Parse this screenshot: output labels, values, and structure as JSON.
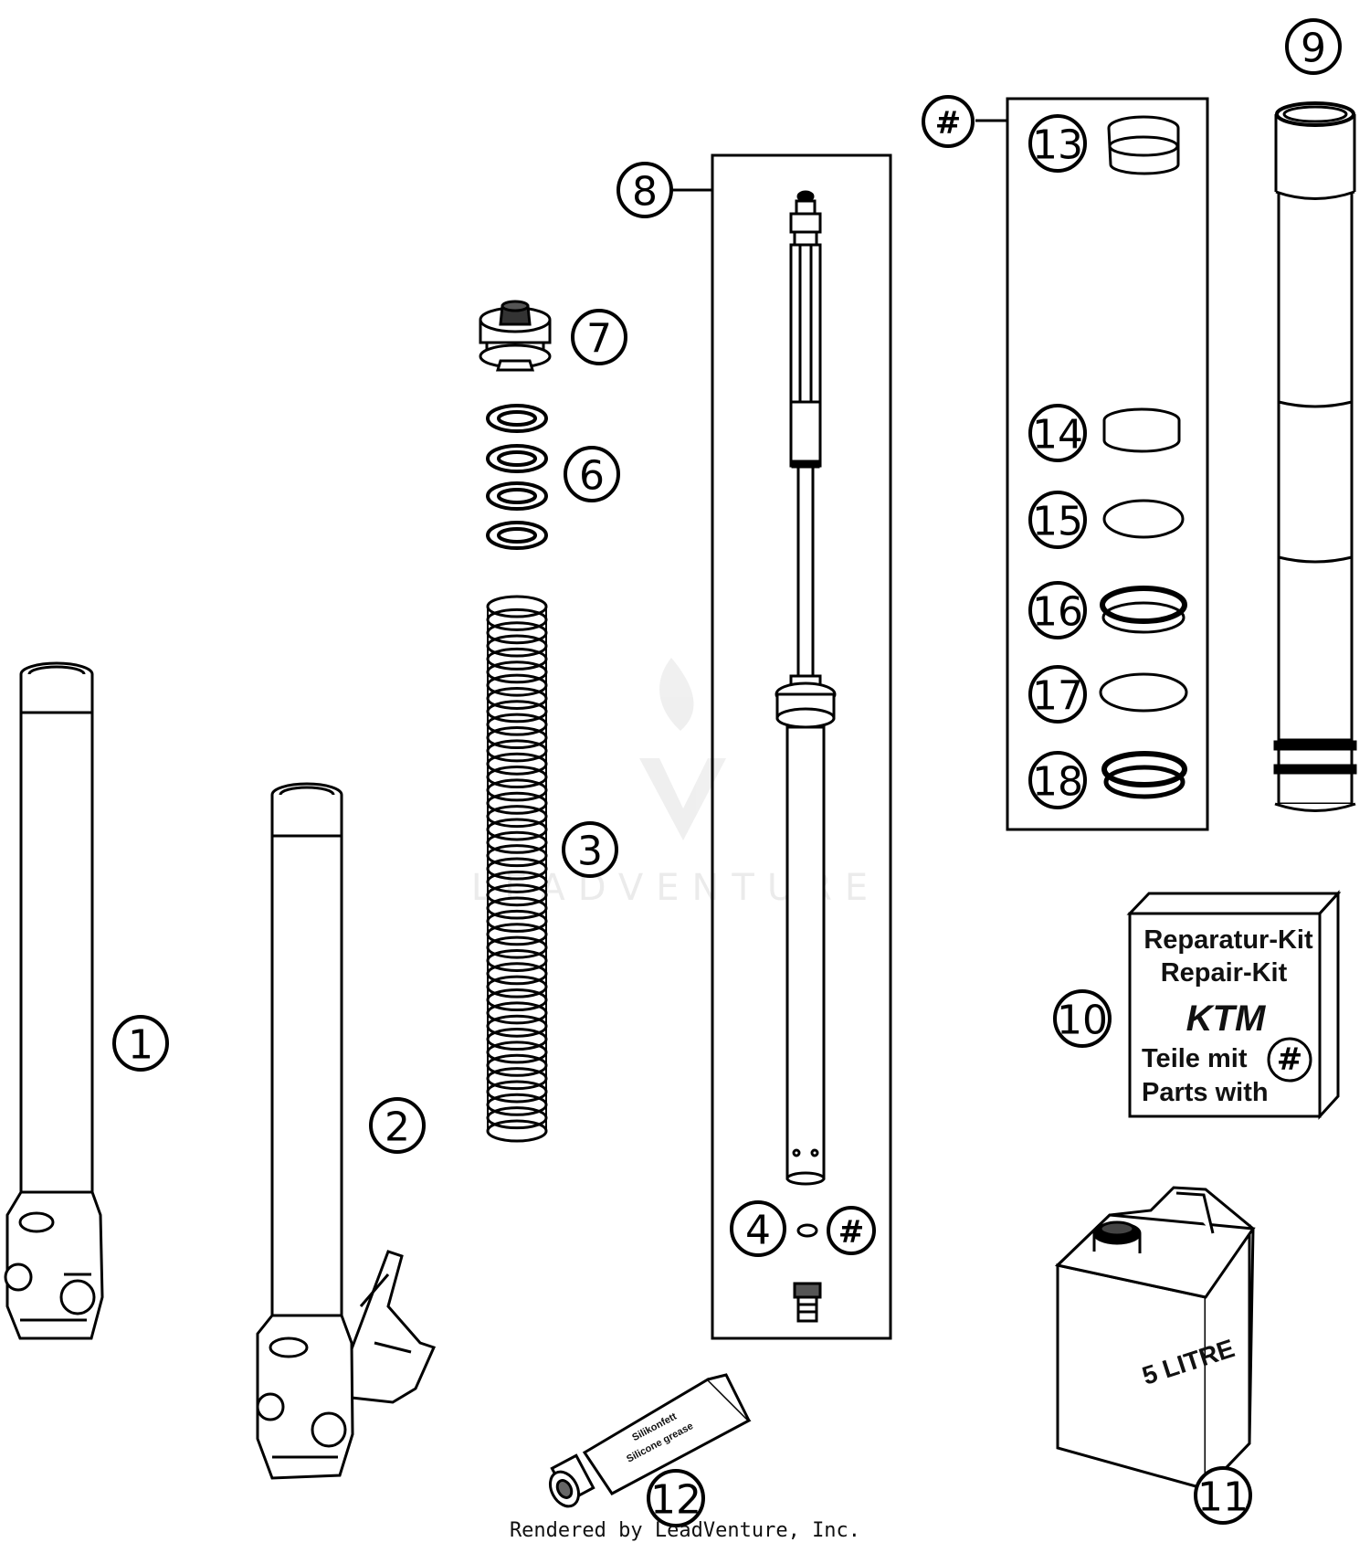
{
  "labels": [
    "1",
    "2",
    "3",
    "4",
    "6",
    "7",
    "8",
    "9",
    "10",
    "11",
    "12",
    "13",
    "14",
    "15",
    "16",
    "17",
    "18"
  ],
  "hash_symbol": "#",
  "repair_kit": {
    "line1": "Reparatur-Kit",
    "line2": "Repair-Kit",
    "brand": "KTM",
    "line3": "Teile mit",
    "line4": "Parts with"
  },
  "oil_can_text": "5 LITRE",
  "grease_text_1": "Silikonfett",
  "grease_text_2": "Silicone grease",
  "watermark": "LEADVENTURE",
  "footer": "Rendered by LeadVenture, Inc."
}
